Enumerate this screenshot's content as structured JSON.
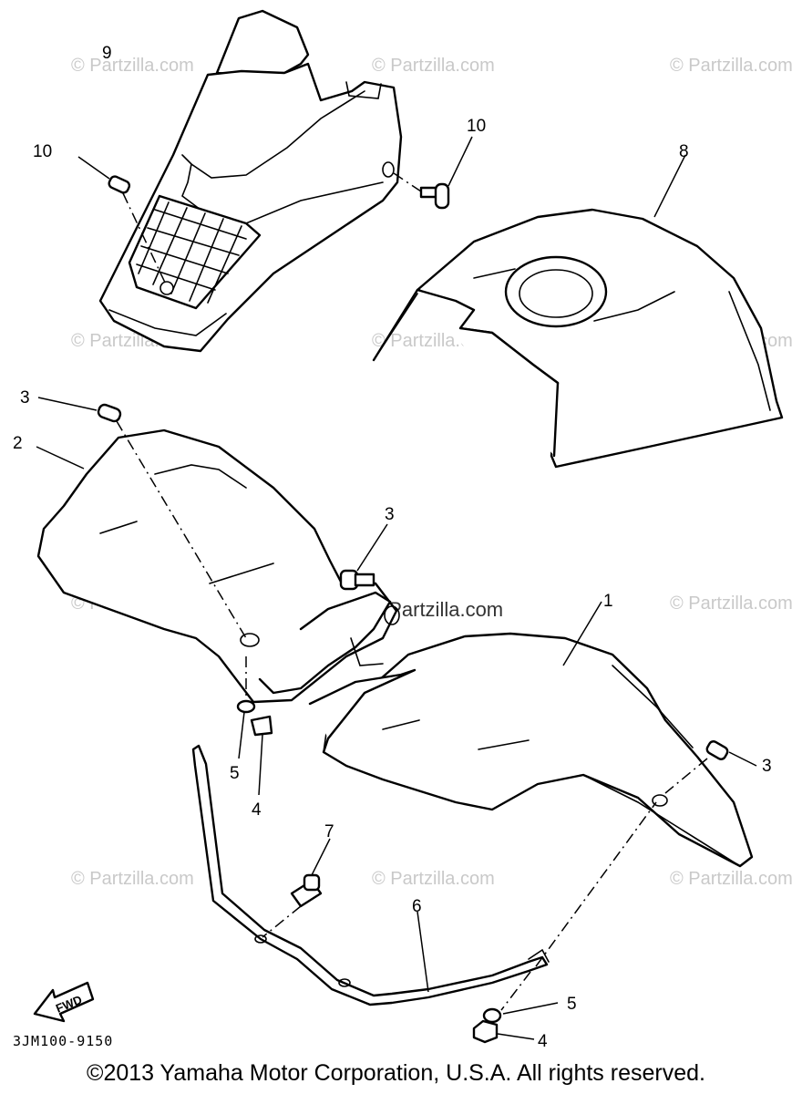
{
  "watermark_text": "© Partzilla.com",
  "watermark_center": "©Partzilla.com",
  "callouts": {
    "c1": "1",
    "c2": "2",
    "c3a": "3",
    "c3b": "3",
    "c3c": "3",
    "c4a": "4",
    "c4b": "4",
    "c5a": "5",
    "c5b": "5",
    "c6": "6",
    "c7": "7",
    "c8": "8",
    "c9": "9",
    "c10a": "10",
    "c10b": "10"
  },
  "fwd_label": "FWD",
  "diagram_code": "3JM100-9150",
  "copyright": "©2013 Yamaha Motor Corporation, U.S.A. All rights reserved."
}
